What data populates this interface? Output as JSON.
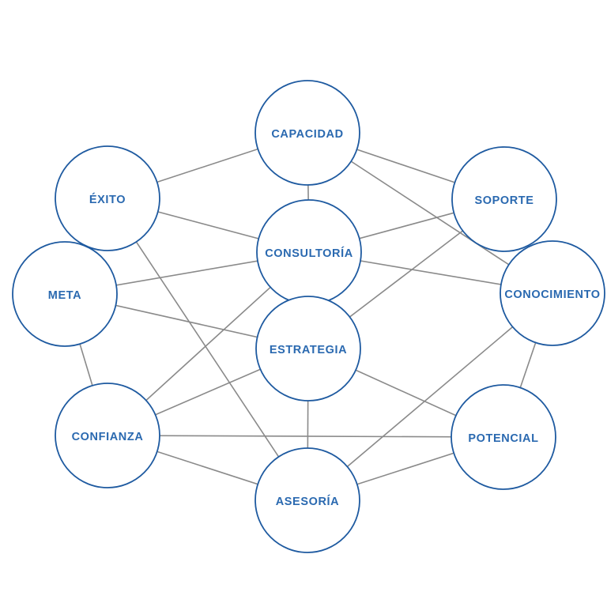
{
  "diagram": {
    "colors": {
      "node_stroke": "#1e5aa0",
      "label": "#2a69b0",
      "edge": "#8a8a8a",
      "background": "#ffffff"
    },
    "nodes": [
      {
        "id": "capacidad",
        "label": "CAPACIDAD"
      },
      {
        "id": "exito",
        "label": "ÉXITO"
      },
      {
        "id": "soporte",
        "label": "SOPORTE"
      },
      {
        "id": "consultoria",
        "label": "CONSULTORÍA"
      },
      {
        "id": "meta",
        "label": "META"
      },
      {
        "id": "conocimiento",
        "label": "CONOCIMIENTO"
      },
      {
        "id": "estrategia",
        "label": "ESTRATEGIA"
      },
      {
        "id": "confianza",
        "label": "CONFIANZA"
      },
      {
        "id": "potencial",
        "label": "POTENCIAL"
      },
      {
        "id": "asesoria",
        "label": "ASESORÍA"
      }
    ],
    "edges": [
      [
        "exito",
        "capacidad"
      ],
      [
        "capacidad",
        "soporte"
      ],
      [
        "capacidad",
        "consultoria"
      ],
      [
        "capacidad",
        "conocimiento"
      ],
      [
        "exito",
        "consultoria"
      ],
      [
        "exito",
        "meta"
      ],
      [
        "exito",
        "asesoria"
      ],
      [
        "soporte",
        "consultoria"
      ],
      [
        "soporte",
        "conocimiento"
      ],
      [
        "soporte",
        "estrategia"
      ],
      [
        "consultoria",
        "meta"
      ],
      [
        "consultoria",
        "conocimiento"
      ],
      [
        "consultoria",
        "estrategia"
      ],
      [
        "consultoria",
        "confianza"
      ],
      [
        "meta",
        "estrategia"
      ],
      [
        "meta",
        "confianza"
      ],
      [
        "conocimiento",
        "potencial"
      ],
      [
        "conocimiento",
        "asesoria"
      ],
      [
        "estrategia",
        "confianza"
      ],
      [
        "estrategia",
        "potencial"
      ],
      [
        "estrategia",
        "asesoria"
      ],
      [
        "confianza",
        "potencial"
      ],
      [
        "confianza",
        "asesoria"
      ],
      [
        "potencial",
        "asesoria"
      ]
    ]
  }
}
